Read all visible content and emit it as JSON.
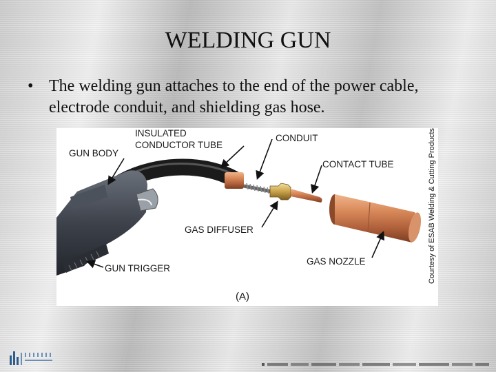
{
  "slide": {
    "title": "WELDING GUN",
    "bullet_marker": "•",
    "bullet_text": "The welding gun attaches to the end of the power cable, electrode conduit, and shielding gas hose."
  },
  "figure": {
    "labels": {
      "insulated_line1": "INSULATED",
      "insulated_line2": "CONDUCTOR TUBE",
      "conduit": "CONDUIT",
      "gun_body": "GUN BODY",
      "contact_tube": "CONTACT TUBE",
      "gas_diffuser": "GAS DIFFUSER",
      "gas_nozzle": "GAS NOZZLE",
      "gun_trigger": "GUN TRIGGER",
      "caption": "(A)"
    },
    "credit": "Courtesy of ESAB Welding & Cutting Products"
  },
  "colors": {
    "copper": "#c8784a",
    "gun_body": "#3a3f47",
    "cable": "#1c1c1c",
    "brass": "#c9a24a"
  }
}
